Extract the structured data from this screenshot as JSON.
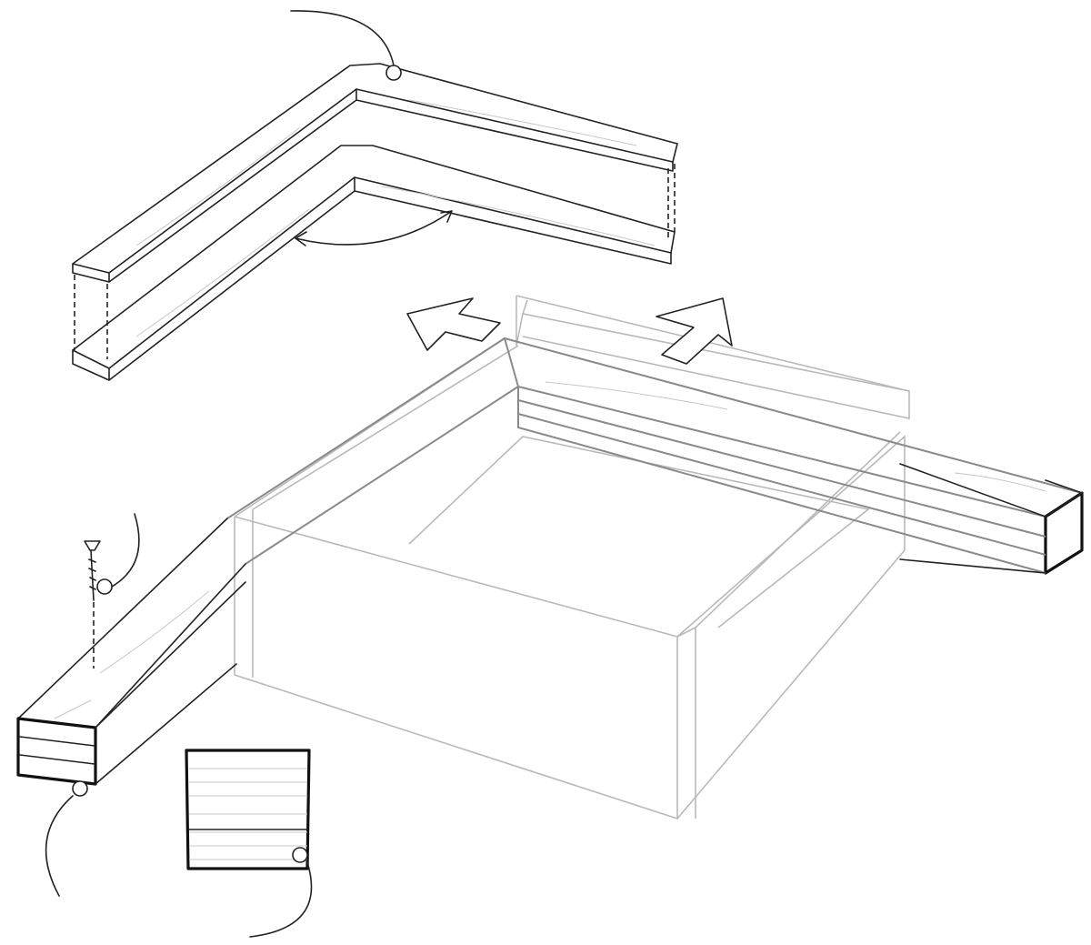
{
  "colors": {
    "ink": "#222222",
    "ghost": "#b9b9b9",
    "background": "#ffffff"
  },
  "icons": [
    "callout-circle",
    "block-arrow",
    "screw",
    "curved-arrow"
  ]
}
